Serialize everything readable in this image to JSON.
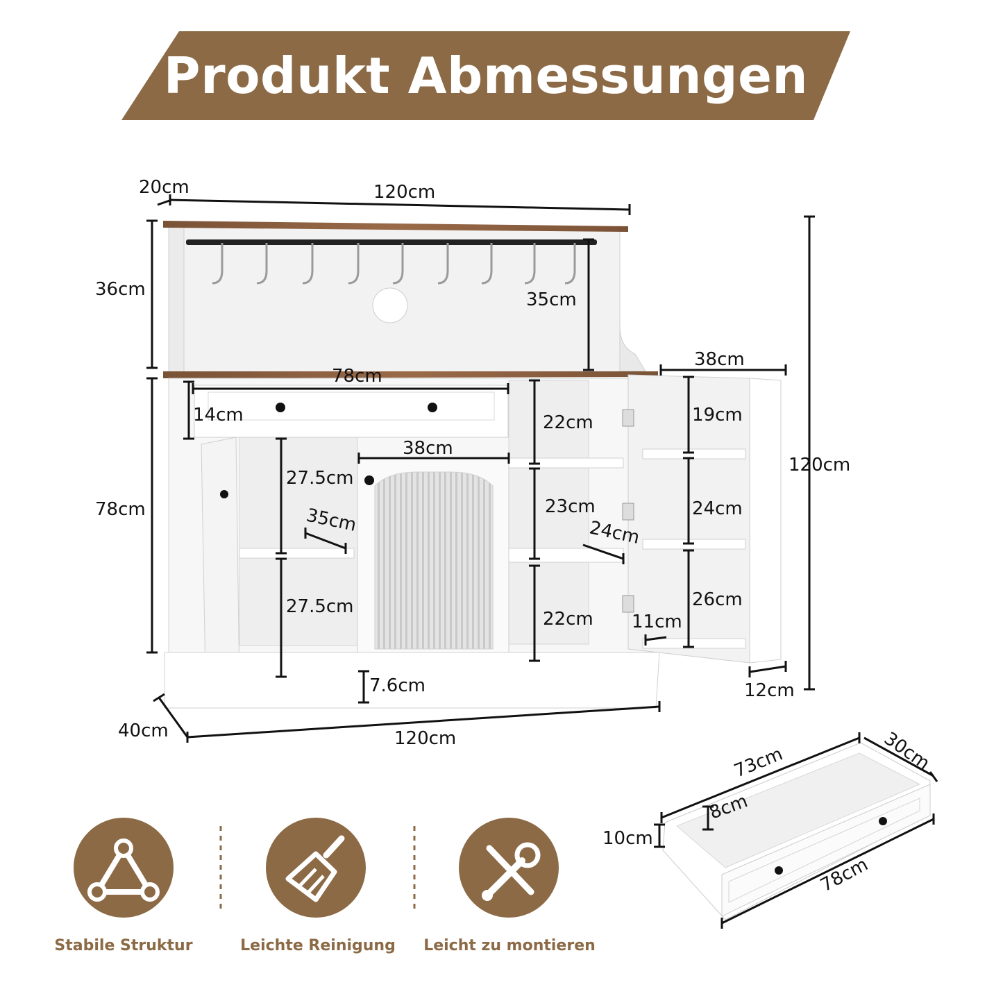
{
  "banner": {
    "title": "Produkt Abmessungen",
    "color": "#8b6a45"
  },
  "dimensions": {
    "top_depth": "20cm",
    "top_width": "120cm",
    "hutch_height": "36cm",
    "hutch_inner_height": "35cm",
    "counter_depth": "38cm",
    "drawer_width": "78cm",
    "drawer_height": "14cm",
    "right_upper_shelf": "22cm",
    "door_width": "38cm",
    "left_upper": "27.5cm",
    "left_lower": "27.5cm",
    "left_shelf_depth": "35cm",
    "cabinet_height": "78cm",
    "right_middle": "23cm",
    "right_shelf_depth": "24cm",
    "right_lower": "22cm",
    "toe_kick": "7.6cm",
    "door_rack_1": "19cm",
    "door_rack_2": "24cm",
    "door_rack_3": "26cm",
    "door_rack_depth": "11cm",
    "door_thickness": "12cm",
    "total_height": "120cm",
    "base_depth": "40cm",
    "base_width": "120cm"
  },
  "drawer_detail": {
    "length": "73cm",
    "depth": "30cm",
    "inner_height": "8cm",
    "outer_height": "10cm",
    "front_width": "78cm"
  },
  "features": [
    {
      "label": "Stabile Struktur",
      "icon": "triangle-structure-icon"
    },
    {
      "label": "Leichte Reinigung",
      "icon": "cleaning-brush-icon"
    },
    {
      "label": "Leicht zu montieren",
      "icon": "tools-icon"
    }
  ]
}
